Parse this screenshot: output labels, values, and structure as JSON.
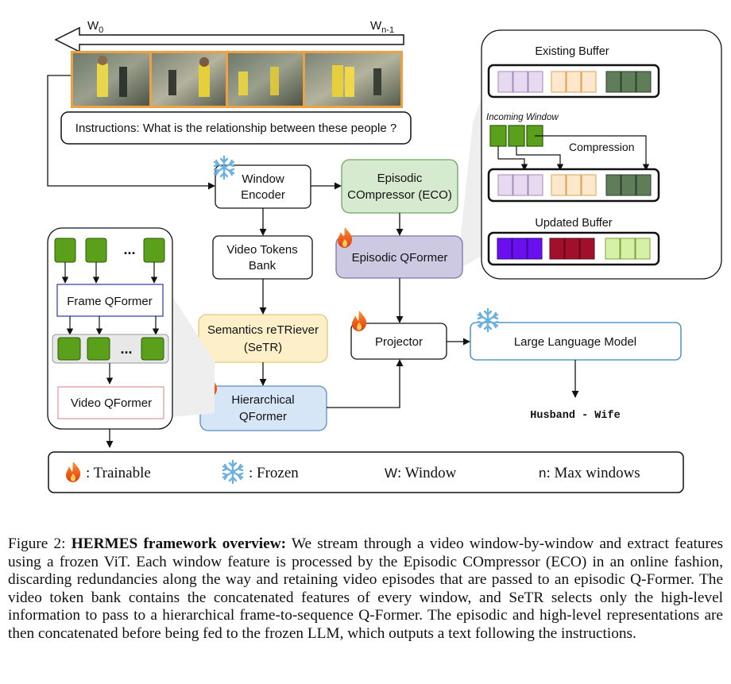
{
  "frames": {
    "w0_label": "W",
    "w0_sub": "0",
    "wn_label": "W",
    "wn_sub": "n-1"
  },
  "instructions": "Instructions: What is the relationship between these people ?",
  "buffer_panel": {
    "existing_title": "Existing Buffer",
    "incoming_label": "Incoming Window",
    "compression_label": "Compression",
    "updated_title": "Updated Buffer"
  },
  "left_panel": {
    "dots": "...",
    "frame_qformer": "Frame QFormer",
    "video_qformer": "Video QFormer"
  },
  "blocks": {
    "window_encoder_l1": "Window",
    "window_encoder_l2": "Encoder",
    "eco_l1": "Episodic",
    "eco_l2": "COmpressor (ECO)",
    "tokens_bank_l1": "Video Tokens",
    "tokens_bank_l2": "Bank",
    "episodic_qformer": "Episodic QFormer",
    "setr_l1": "Semantics reTRiever",
    "setr_l2": "(SeTR)",
    "projector": "Projector",
    "llm": "Large Language Model",
    "hier_l1": "Hierarchical",
    "hier_l2": "QFormer",
    "output": "Husband - Wife"
  },
  "legend": {
    "trainable": ": Trainable",
    "frozen": ": Frozen",
    "w_letter": "W",
    "w_text": ": Window",
    "n_letter": "n",
    "n_text": ": Max windows"
  },
  "caption": {
    "prefix": "Figure 2: ",
    "bold": "HERMES framework overview:",
    "body": " We stream through a video window-by-window and extract features using a frozen ViT. Each window feature is processed by the Episodic COmpressor (ECO) in an online fashion, discarding redundancies along the way and retaining video episodes that are passed to an episodic Q-Former. The video token bank contains the concatenated features of every window, and SeTR selects only the high-level information to pass to a hierarchical frame-to-sequence Q-Former. The episodic and high-level representations are then concatenated before being fed to the frozen LLM, which outputs a text following the instructions."
  },
  "colors": {
    "green_token": "#5aa01a",
    "eco_fill": "#d6ead0",
    "episodic_fill": "#cdc9e3",
    "setr_fill": "#fdf0c8",
    "hier_fill": "#d6e6f7",
    "llm_stroke": "#2e86c1",
    "frame_border": "#f0a040",
    "purple_light": "#e6d9f0",
    "orange_light": "#fde7cd",
    "green_dark": "#5e7d58",
    "purple_dark": "#6a10f0",
    "red_dark": "#a0102a",
    "green_light": "#d6f0a6"
  }
}
